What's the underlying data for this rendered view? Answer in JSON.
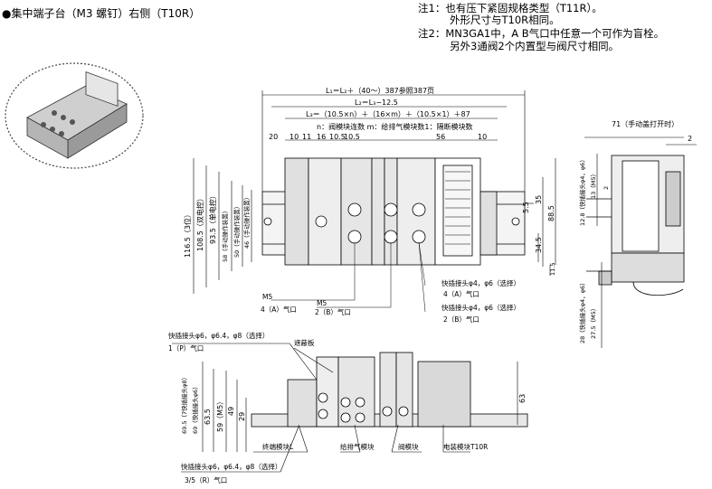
{
  "title": "●集中端子台（M3 螺钉）右侧（T10R）",
  "notes": {
    "note1_line1": "注1：也有压下紧固规格类型（T11R）。",
    "note1_line2": "外形尺寸与T10R相同。",
    "note2_line1": "注2：MN3GA1中，A B气口中任意一个可作为盲栓。",
    "note2_line2": "另外3通阀2个内置型与阀尺寸相同。"
  },
  "top_view": {
    "dim_L1": "L₁＝L₂＋（40〜）387参照387页",
    "dim_L2": "L₂＝L₃−12.5",
    "dim_L3": "L₃＝（10.5×n）＋（16×m）＋（10.5×1）＋87",
    "dim_nm": "n：阀模块连数 m：给排气模块数1：隔断模块数",
    "d20": "20",
    "d10": "10",
    "d11": "11",
    "d16": "16",
    "d105a": "10.5",
    "d105b": "10.5",
    "d56": "56",
    "d10r": "10",
    "v1165": "116.5（3位）",
    "v1085": "108.5（双电控）",
    "v935": "93.5（单电控）",
    "v58": "58（手动操作装置）",
    "v50": "50（手动操作装置）",
    "v46": "46（手动操作装置）",
    "v35": "35",
    "v55": "5.5",
    "v885": "88.5",
    "v345": "34.5",
    "v115": "11.5",
    "m5a": "M5",
    "m5a_port": "4（A）气口",
    "m5b": "M5",
    "m5b_port": "2（B）气口",
    "fit4_a": "快插接头φ4，φ6（选择）",
    "fit4_a_port": "4（A）气口",
    "fit4_b": "快插接头φ4，φ6（选择）",
    "fit4_b_port": "2（B）气口"
  },
  "side_view": {
    "d71": "71（手动盖打开时）",
    "d2": "2",
    "v128": "12.8（快插接头φ4，φ6）",
    "v13": "13（M5）",
    "v2": "2",
    "v28": "28（快插接头φ4，φ6）",
    "v275": "27.5（M5）"
  },
  "front_view": {
    "fit_top": "快插接头φ6，φ6.4，φ8（选择）",
    "fit_top_port": "1（P）气口",
    "shield": "遮蔽板",
    "v695": "69.5（7快插接头φ8）",
    "v69": "69（快插接头φ6）",
    "v635": "63.5",
    "v59": "59（M5）",
    "v49": "49",
    "v29": "29",
    "v63": "63",
    "end_block": "终端模块L",
    "supply_block": "给排气模块",
    "valve_block": "阀模块",
    "elec_block": "电装模块T10R",
    "fit_bottom": "快插接头φ6，φ6.4，φ8（选择）",
    "fit_bottom_port": "3/5（R）气口"
  },
  "colors": {
    "line": "#000000",
    "body": "#d9d9d9",
    "dark": "#444444",
    "ellipse": "#444444"
  }
}
